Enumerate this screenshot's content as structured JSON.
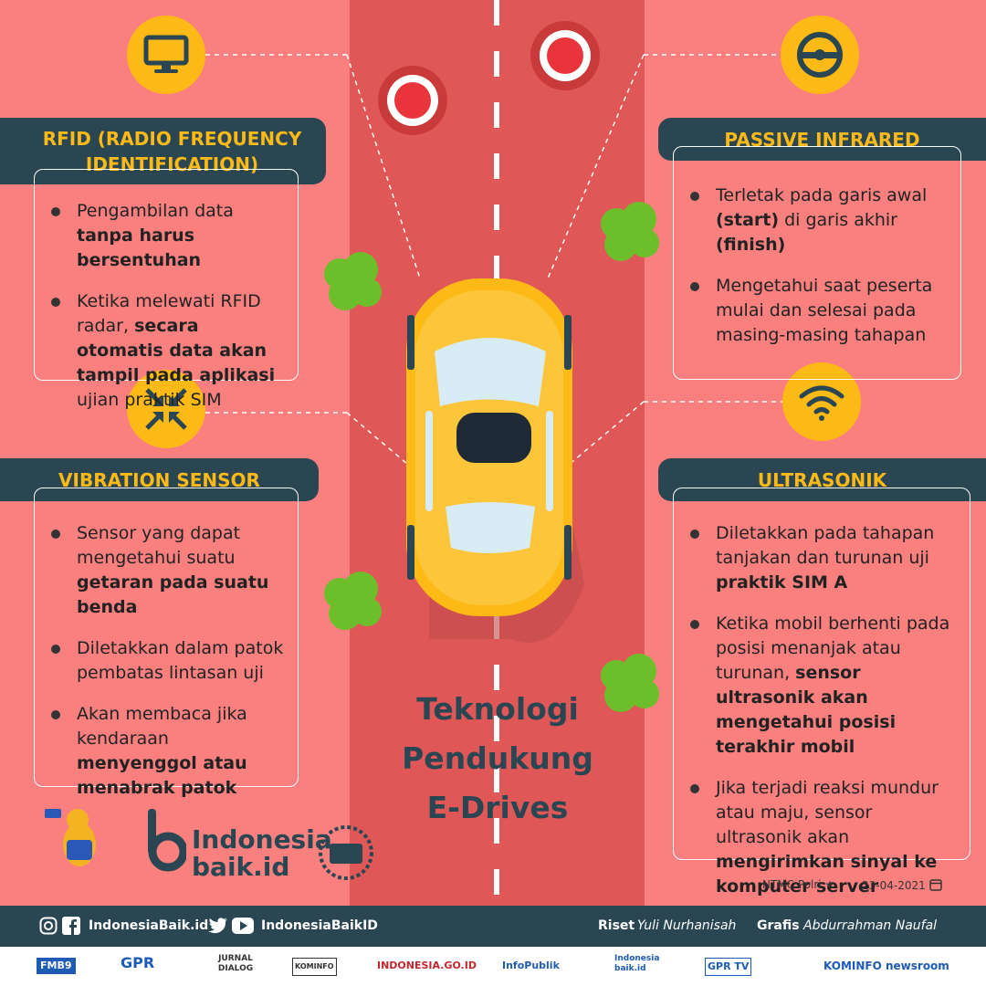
{
  "title_lines": [
    "Teknologi",
    "Pendukung",
    "E-Drives"
  ],
  "rfid": {
    "title_lines": [
      "RFID (RADIO FREQUENCY",
      "IDENTIFICATION)"
    ],
    "items": [
      [
        {
          "t": "Pengambilan data "
        },
        {
          "t": "tanpa harus bersentuhan",
          "b": true
        }
      ],
      [
        {
          "t": "Ketika melewati RFID radar, "
        },
        {
          "t": "secara otomatis data akan tampil pada aplikasi",
          "b": true
        },
        {
          "t": " ujian praktik SIM"
        }
      ]
    ]
  },
  "passive_infrared": {
    "title": "PASSIVE INFRARED",
    "items": [
      [
        {
          "t": "Terletak pada garis awal "
        },
        {
          "t": "(start)",
          "b": true
        },
        {
          "t": " di garis akhir "
        },
        {
          "t": "(finish)",
          "b": true
        }
      ],
      [
        {
          "t": "Mengetahui saat peserta mulai dan selesai pada masing-masing tahapan"
        }
      ]
    ]
  },
  "vibration_sensor": {
    "title": "VIBRATION SENSOR",
    "items": [
      [
        {
          "t": "Sensor yang dapat mengetahui suatu "
        },
        {
          "t": "getaran pada suatu benda",
          "b": true
        }
      ],
      [
        {
          "t": "Diletakkan dalam patok pembatas lintasan uji"
        }
      ],
      [
        {
          "t": "Akan membaca jika kendaraan "
        },
        {
          "t": "menyenggol atau menabrak patok",
          "b": true
        }
      ]
    ]
  },
  "ultrasonik": {
    "title": "ULTRASONIK",
    "items": [
      [
        {
          "t": "Diletakkan pada tahapan tanjakan dan turunan uji "
        },
        {
          "t": "praktik SIM A",
          "b": true
        }
      ],
      [
        {
          "t": "Ketika mobil berhenti pada posisi menanjak atau turunan, "
        },
        {
          "t": "sensor ultrasonik akan mengetahui posisi terakhir mobil",
          "b": true
        }
      ],
      [
        {
          "t": "Jika terjadi reaksi mundur atau maju, sensor ultrasonik akan "
        },
        {
          "t": "mengirimkan sinyal ke komputer server",
          "b": true
        }
      ]
    ]
  },
  "logo": {
    "line1": "Indonesia",
    "line2": "baik.id"
  },
  "source": "NTMC Polri",
  "date": "23-04-2021",
  "footer": {
    "handle_left": "IndonesiaBaik.id",
    "handle_right": "IndonesiaBaikID",
    "riset_label": "Riset",
    "riset_name": "Yuli Nurhanisah",
    "grafis_label": "Grafis",
    "grafis_name": "Abdurrahman Naufal"
  },
  "partners": [
    "FMB9",
    "GPR",
    "JURNAL DIALOG",
    "KOMINFO",
    "INDONESIA.GO.ID",
    "InfoPublik",
    "Indonesia baik.id",
    "GPR TV",
    "KOMINFO newsroom"
  ],
  "colors": {
    "background": "#fa8080",
    "road": "#e05757",
    "navy": "#294652",
    "yellow": "#fdb915",
    "bush": "#6cbf2a"
  },
  "icons": [
    "monitor-icon",
    "steering-wheel-icon",
    "arrows-inward-icon",
    "wifi-icon",
    "instagram-icon",
    "facebook-icon",
    "twitter-icon",
    "youtube-icon",
    "calendar-icon"
  ]
}
